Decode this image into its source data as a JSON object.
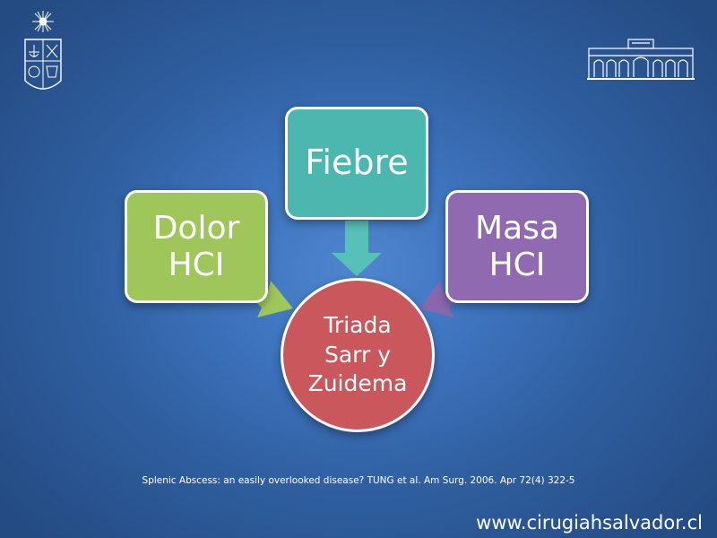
{
  "diagram": {
    "nodes": [
      {
        "id": "fiebre",
        "label": "Fiebre",
        "color": "#4bb7ae"
      },
      {
        "id": "dolor",
        "label": "Dolor\nHCI",
        "color": "#9ec65b"
      },
      {
        "id": "masa",
        "label": "Masa\nHCI",
        "color": "#8f6ab0"
      }
    ],
    "center": {
      "label": "Triada\nSarr y\nZuidema",
      "color": "#c9575b"
    },
    "edges": [
      {
        "from": "fiebre",
        "to": "center"
      },
      {
        "from": "dolor",
        "to": "center"
      },
      {
        "from": "masa",
        "to": "center"
      }
    ]
  },
  "citation": "Splenic Abscess: an easily overlooked disease? TUNG et al. Am Surg. 2006. Apr 72(4) 322-5",
  "website": "www.cirugiahsalvador.cl",
  "logos": {
    "left": "university-seal-logo",
    "right": "hospital-building-logo"
  },
  "colors": {
    "background": "#3d73bd",
    "arrow_fiebre": "#56c1b7",
    "arrow_dolor": "#9dc85c",
    "arrow_masa": "#8a66ad"
  }
}
